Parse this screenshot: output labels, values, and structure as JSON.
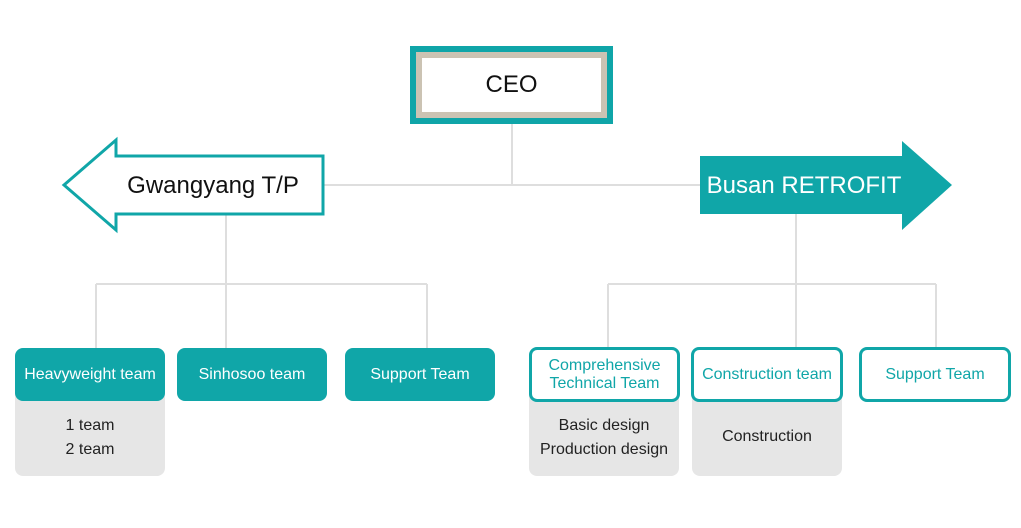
{
  "ceo": {
    "label": "CEO"
  },
  "divisions": {
    "left": {
      "label": "Gwangyang T/P"
    },
    "right": {
      "label": "Busan RETROFIT"
    }
  },
  "gwangyang_teams": [
    {
      "label": "Heavyweight team",
      "items": [
        "1 team",
        "2 team"
      ]
    },
    {
      "label": "Sinhosoo team"
    },
    {
      "label": "Support Team"
    }
  ],
  "busan_teams": [
    {
      "label": "Comprehensive Technical Team",
      "items": [
        "Basic design",
        "Production design"
      ]
    },
    {
      "label": "Construction team",
      "items": [
        "Construction"
      ]
    },
    {
      "label": "Support Team"
    }
  ],
  "colors": {
    "teal": "#10a6a8",
    "beige": "#cbc3b3",
    "connector": "#dcdcdc",
    "sub_bg": "#e6e6e6"
  }
}
